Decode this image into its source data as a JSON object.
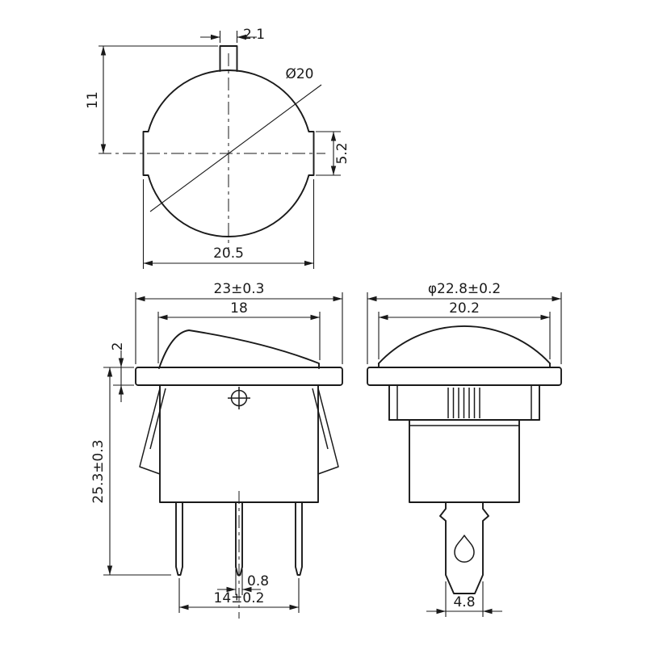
{
  "drawing": {
    "type": "technical-dimension-drawing",
    "subject": "round rocker switch",
    "background": "#ffffff",
    "line_color": "#1a1a1a",
    "views": {
      "top": {
        "dims": {
          "tab_width": "2.1",
          "offset_height": "11",
          "diameter": "Ø20",
          "key_height": "5.2",
          "overall_width": "20.5"
        }
      },
      "front": {
        "dims": {
          "flange_width": "23±0.3",
          "rocker_width": "18",
          "flange_thickness": "2",
          "mount_depth": "25.3±0.3",
          "pin_thickness": "0.8",
          "pin_spacing": "14±0.2"
        }
      },
      "side": {
        "dims": {
          "flange_diameter": "φ22.8±0.2",
          "dome_width": "20.2",
          "terminal_width": "4.8"
        }
      }
    }
  }
}
